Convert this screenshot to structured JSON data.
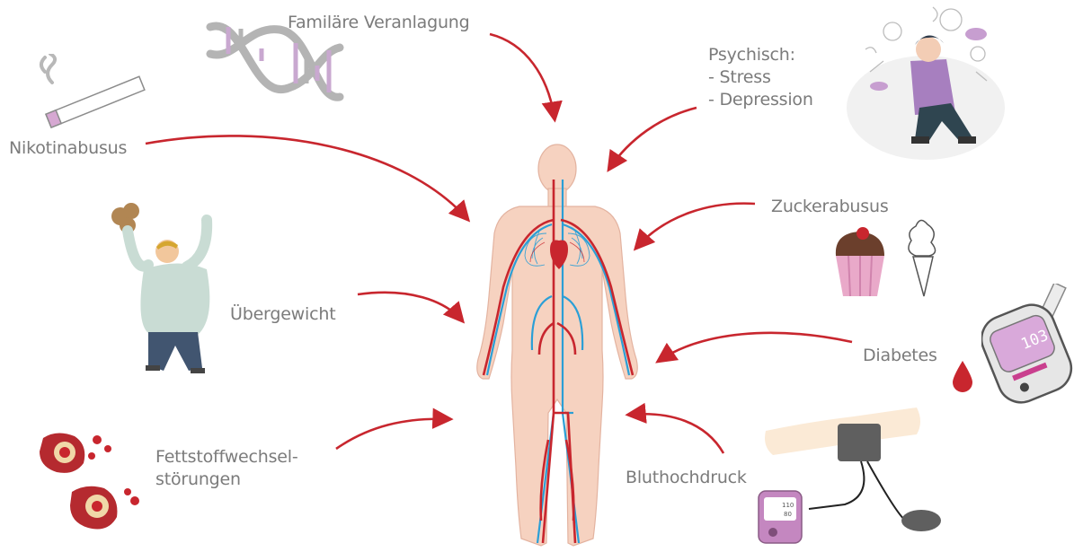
{
  "factors": {
    "familiar": "Familäre Veranlagung",
    "psychisch": "Psychisch:\n- Stress\n- Depression",
    "nikotin": "Nikotinabusus",
    "zucker": "Zuckerabusus",
    "uebergewicht": "Übergewicht",
    "diabetes": "Diabetes",
    "fett": "Fettstoffwechsel-\nstörungen",
    "blut": "Bluthochdruck"
  },
  "glucometer_reading": "103",
  "bp_monitor": {
    "sys": "110",
    "dia": "80"
  },
  "colors": {
    "arrow": "#c8262e",
    "artery": "#c8262e",
    "vein": "#2b9fd6",
    "skin": "#f6d2c0",
    "label": "#7b7b7b"
  }
}
